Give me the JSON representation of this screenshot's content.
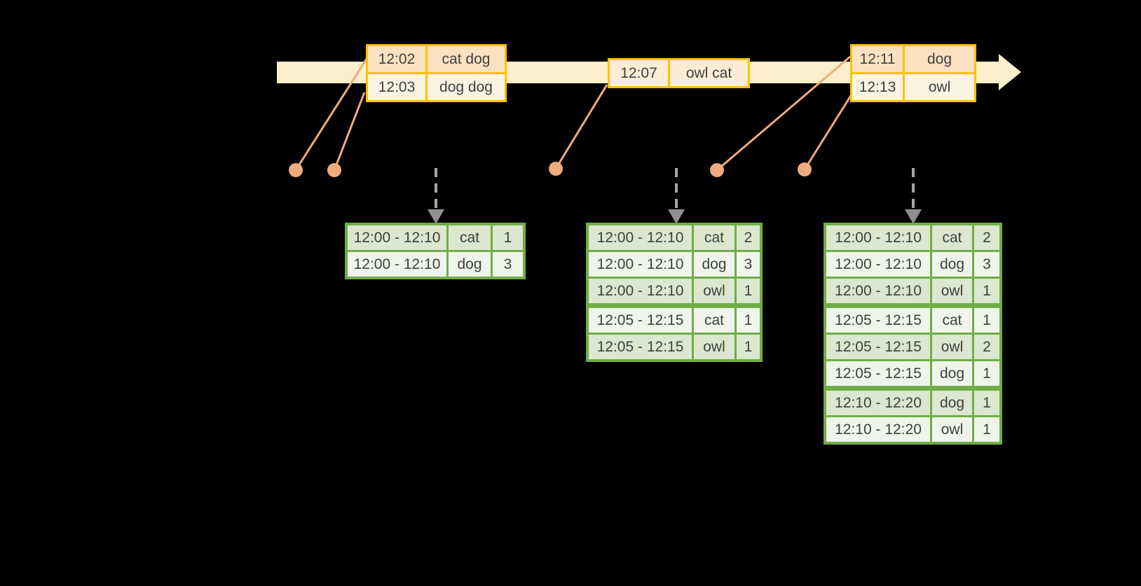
{
  "colors": {
    "background": "#000000",
    "timeline_fill": "#FBF0CB",
    "event_border": "#FFC000",
    "event_row_dark": "#FAE2C1",
    "event_row_light": "#FCF3E3",
    "event_row_mid": "#FBECD6",
    "connector": "#EFAC7E",
    "result_border": "#70AD47",
    "result_row_tint": "#DBE7CE",
    "result_row_pale": "#F0F5EB",
    "dashed_arrow": "#A6A6A6",
    "dashed_arrow_head": "#8F8F8F",
    "text": "#3F3F3F"
  },
  "event_tables": [
    {
      "rows": [
        {
          "time": "12:02",
          "words": "cat dog"
        },
        {
          "time": "12:03",
          "words": "dog dog"
        }
      ]
    },
    {
      "rows": [
        {
          "time": "12:07",
          "words": "owl cat"
        }
      ]
    },
    {
      "rows": [
        {
          "time": "12:11",
          "words": "dog"
        },
        {
          "time": "12:13",
          "words": "owl"
        }
      ]
    }
  ],
  "result_tables": [
    {
      "rows": [
        {
          "window": "12:00 - 12:10",
          "word": "cat",
          "count": "1"
        },
        {
          "window": "12:00 - 12:10",
          "word": "dog",
          "count": "3"
        }
      ]
    },
    {
      "rows": [
        {
          "window": "12:00 - 12:10",
          "word": "cat",
          "count": "2"
        },
        {
          "window": "12:00 - 12:10",
          "word": "dog",
          "count": "3"
        },
        {
          "window": "12:00 - 12:10",
          "word": "owl",
          "count": "1"
        },
        {
          "window": "12:05 - 12:15",
          "word": "cat",
          "count": "1"
        },
        {
          "window": "12:05 - 12:15",
          "word": "owl",
          "count": "1"
        }
      ]
    },
    {
      "rows": [
        {
          "window": "12:00 - 12:10",
          "word": "cat",
          "count": "2"
        },
        {
          "window": "12:00 - 12:10",
          "word": "dog",
          "count": "3"
        },
        {
          "window": "12:00 - 12:10",
          "word": "owl",
          "count": "1"
        },
        {
          "window": "12:05 - 12:15",
          "word": "cat",
          "count": "1"
        },
        {
          "window": "12:05 - 12:15",
          "word": "owl",
          "count": "2"
        },
        {
          "window": "12:05 - 12:15",
          "word": "dog",
          "count": "1"
        },
        {
          "window": "12:10 - 12:20",
          "word": "dog",
          "count": "1"
        },
        {
          "window": "12:10 - 12:20",
          "word": "owl",
          "count": "1"
        }
      ]
    }
  ]
}
